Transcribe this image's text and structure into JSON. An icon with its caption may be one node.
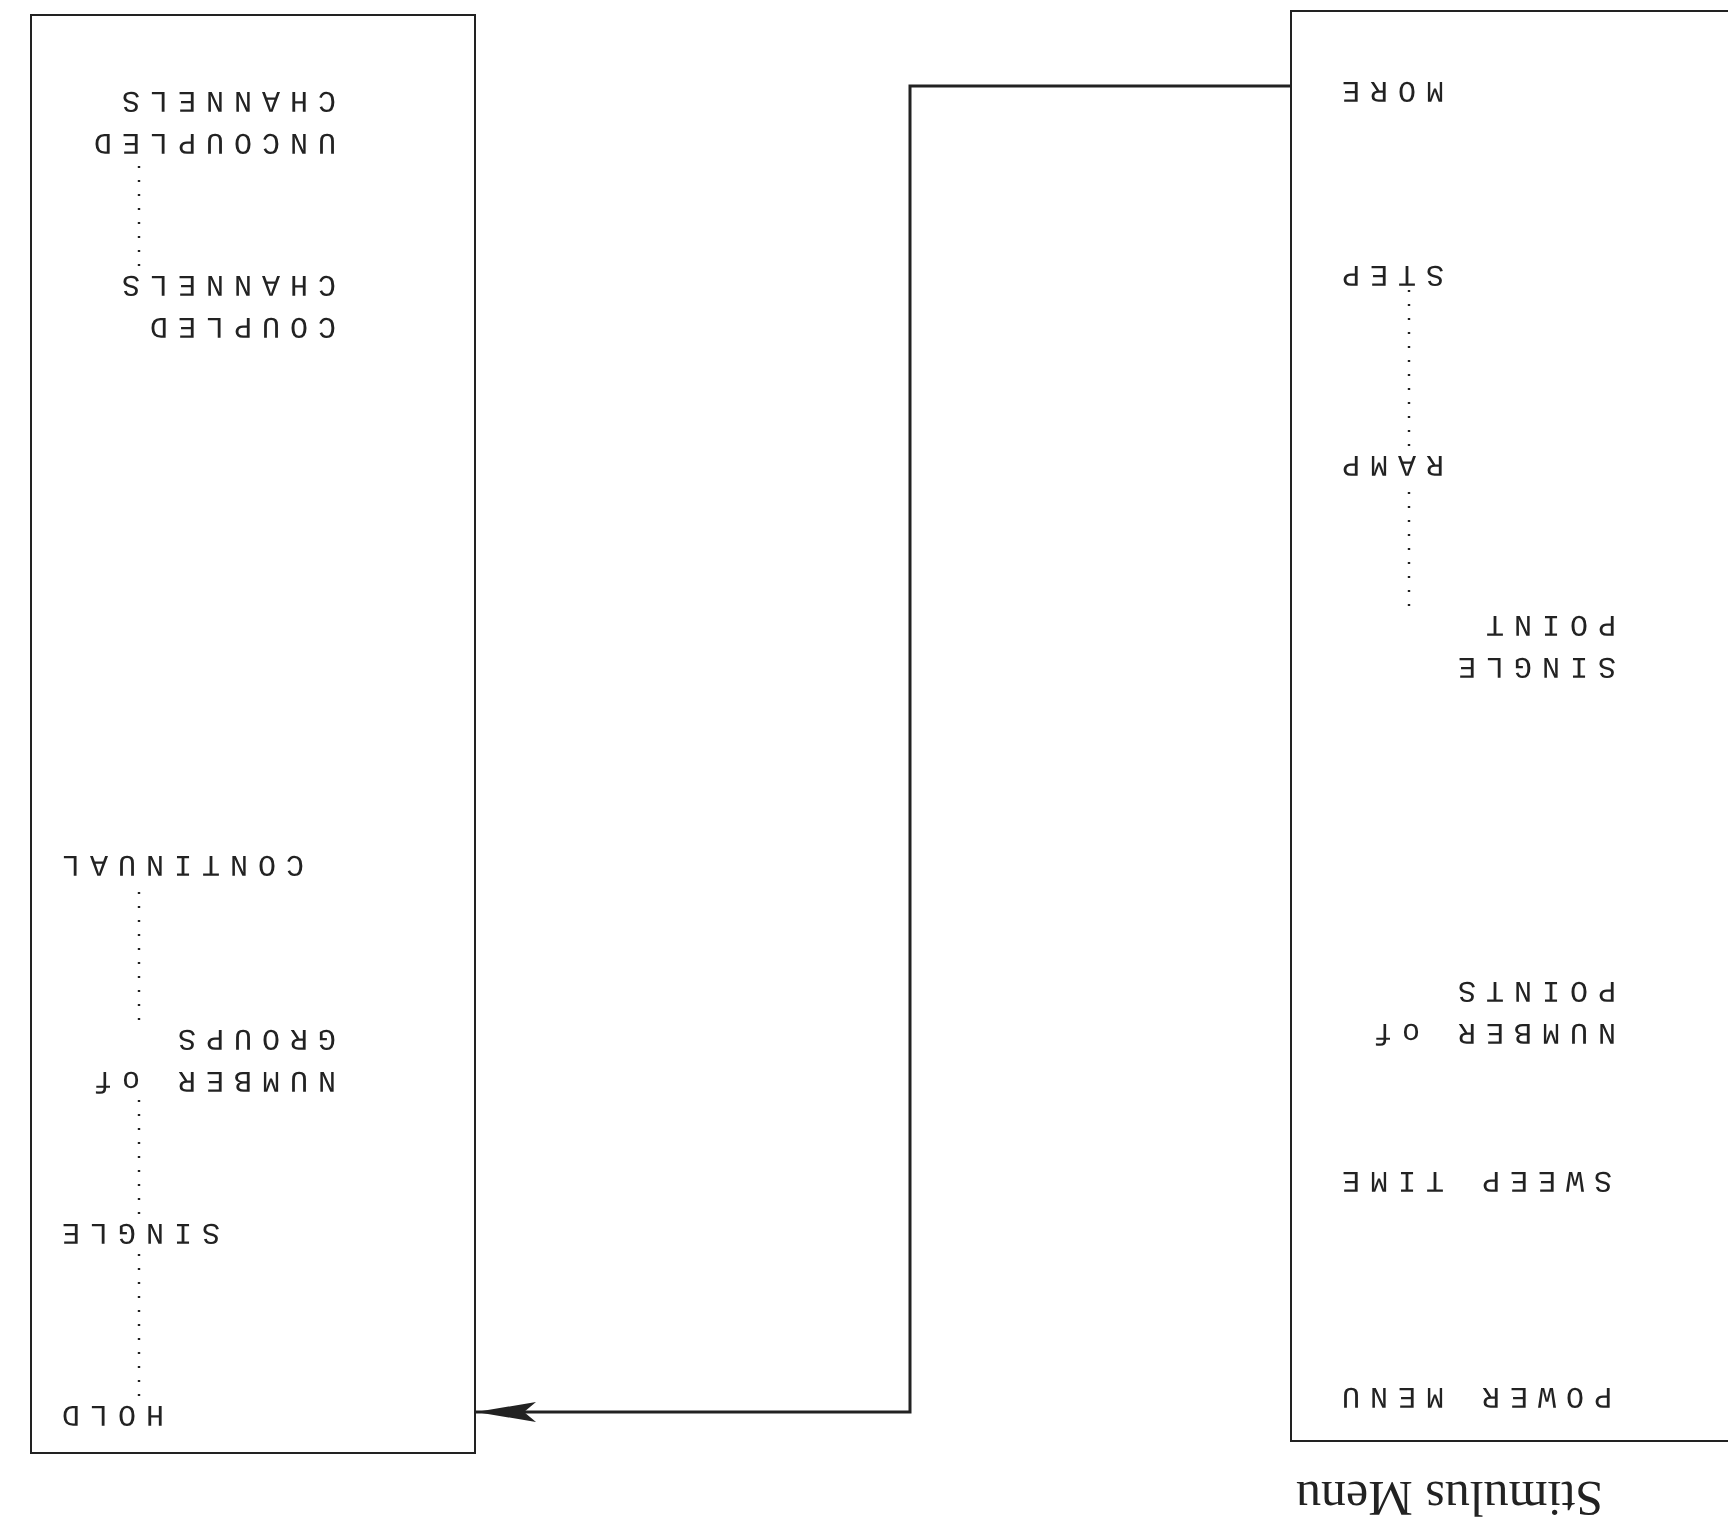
{
  "diagram": {
    "caption": "Stimulus Menu",
    "nodes": [
      {
        "text": [],
        "shape": "box"
      },
      {
        "text": [
          "HOLD"
        ],
        "in": 0
      },
      {
        "text": [
          "SINGLE"
        ],
        "in": 0
      },
      {
        "text": [
          "NUMBER of GROUPS"
        ],
        "in": 0
      },
      {
        "text": [
          "CONTINUAL"
        ],
        "in": 0
      },
      {
        "text": [
          "COUPLED CHANNELS"
        ],
        "in": 0
      },
      {
        "text": [
          "UNCOUPLED CHANNELS"
        ],
        "in": 0
      },
      {
        "text": [],
        "shape": "box"
      },
      {
        "text": [
          "POWER MENU"
        ],
        "in": 7
      },
      {
        "text": [
          "SWEEP TIME"
        ],
        "in": 7
      },
      {
        "text": [
          "NUMBER of POINTS"
        ],
        "in": 7
      },
      {
        "text": [
          "SINGLE POINT"
        ],
        "in": 7
      },
      {
        "text": [
          "RAMP"
        ],
        "in": 7
      },
      {
        "text": [
          "STEP"
        ],
        "in": 7
      },
      {
        "text": [
          "MORE"
        ],
        "in": 7
      }
    ],
    "edges": [
      {
        "from": 7,
        "to": 0,
        "arrow": "to"
      },
      {
        "from": 1,
        "to": 2,
        "arrow": "none",
        "style": "dashed"
      },
      {
        "from": 2,
        "to": 3,
        "arrow": "none",
        "style": "dashed"
      },
      {
        "from": 3,
        "to": 4,
        "arrow": "none",
        "style": "dashed"
      },
      {
        "from": 5,
        "to": 6,
        "arrow": "none",
        "style": "dashed"
      },
      {
        "from": 11,
        "to": 12,
        "arrow": "none",
        "style": "dashed"
      },
      {
        "from": 12,
        "to": 13,
        "arrow": "none",
        "style": "dashed"
      }
    ]
  }
}
